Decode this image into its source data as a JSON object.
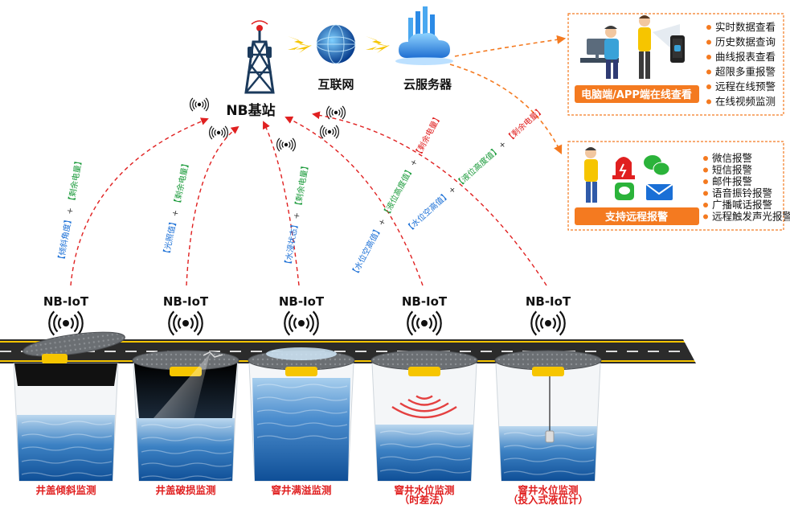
{
  "base_station": {
    "label": "NB基站"
  },
  "internet": {
    "label": "互联网"
  },
  "cloud": {
    "label": "云服务器"
  },
  "panel_top": {
    "button": "电脑端/APP端在线查看",
    "items": [
      "实时数据查看",
      "历史数据查询",
      "曲线报表查看",
      "超限多重报警",
      "远程在线预警",
      "在线视频监测"
    ]
  },
  "panel_bottom": {
    "button": "支持远程报警",
    "items": [
      "微信报警",
      "短信报警",
      "邮件报警",
      "语音振铃报警",
      "广播喊话报警",
      "远程触发声光报警"
    ]
  },
  "nodes": [
    {
      "iot": "NB-IoT",
      "caption": "井盖倾斜监测",
      "caption2": "",
      "tags": [
        {
          "text": "【倾斜角度】",
          "color": "blue"
        },
        {
          "text": "+",
          "color": "plus"
        },
        {
          "text": "【剩余电量】",
          "color": "green"
        }
      ]
    },
    {
      "iot": "NB-IoT",
      "caption": "井盖破损监测",
      "caption2": "",
      "tags": [
        {
          "text": "【光照值】",
          "color": "blue"
        },
        {
          "text": "+",
          "color": "plus"
        },
        {
          "text": "【剩余电量】",
          "color": "green"
        }
      ]
    },
    {
      "iot": "NB-IoT",
      "caption": "窨井满溢监测",
      "caption2": "",
      "tags": [
        {
          "text": "【水浸状态】",
          "color": "blue"
        },
        {
          "text": "+",
          "color": "plus"
        },
        {
          "text": "【剩余电量】",
          "color": "green"
        }
      ]
    },
    {
      "iot": "NB-IoT",
      "caption": "窨井水位监测",
      "caption2": "（时差法）",
      "tags": [
        {
          "text": "【水位空高值】",
          "color": "blue"
        },
        {
          "text": "+",
          "color": "plus"
        },
        {
          "text": "【液位高度值】",
          "color": "green"
        },
        {
          "text": "+",
          "color": "plus"
        },
        {
          "text": "【剩余电量】",
          "color": "red"
        }
      ]
    },
    {
      "iot": "NB-IoT",
      "caption": "窨井水位监测",
      "caption2": "（投入式液位计）",
      "tags": [
        {
          "text": "【水位空高值】",
          "color": "blue"
        },
        {
          "text": "+",
          "color": "plus"
        },
        {
          "text": "【液位高度值】",
          "color": "green"
        },
        {
          "text": "+",
          "color": "plus"
        },
        {
          "text": "【剩余电量】",
          "color": "red"
        }
      ]
    }
  ],
  "colors": {
    "accent": "#f47a20",
    "arrow": "#e02020",
    "water": "#2a6db5"
  }
}
